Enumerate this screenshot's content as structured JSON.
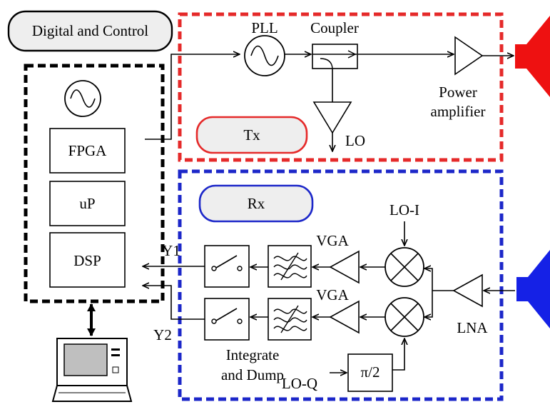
{
  "colors": {
    "tx_section": "#e52a2a",
    "rx_section": "#1c27c9",
    "digital_section": "#000000",
    "tx_horn": "#ee1111",
    "rx_horn": "#1521e6",
    "pill_fill": "#eeeeee",
    "laptop_screen": "#bfbfbf"
  },
  "digital": {
    "title": "Digital and Control",
    "fpga": "FPGA",
    "up": "uP",
    "dsp": "DSP"
  },
  "tx": {
    "label": "Tx",
    "pll": "PLL",
    "coupler": "Coupler",
    "lo": "LO",
    "amp_line1": "Power",
    "amp_line2": "amplifier"
  },
  "rx": {
    "label": "Rx",
    "lo_i": "LO-I",
    "lo_q": "LO-Q",
    "vga_top": "VGA",
    "vga_bottom": "VGA",
    "lna": "LNA",
    "phase_shift": "π/2",
    "integrate_line1": "Integrate",
    "integrate_line2": "and Dump",
    "y1": "Y1",
    "y2": "Y2"
  },
  "icons": [
    "oscillator-icon",
    "switch-icon",
    "filter-icon",
    "mixer-icon",
    "amplifier-icon",
    "horn-antenna-icon",
    "laptop-icon"
  ]
}
